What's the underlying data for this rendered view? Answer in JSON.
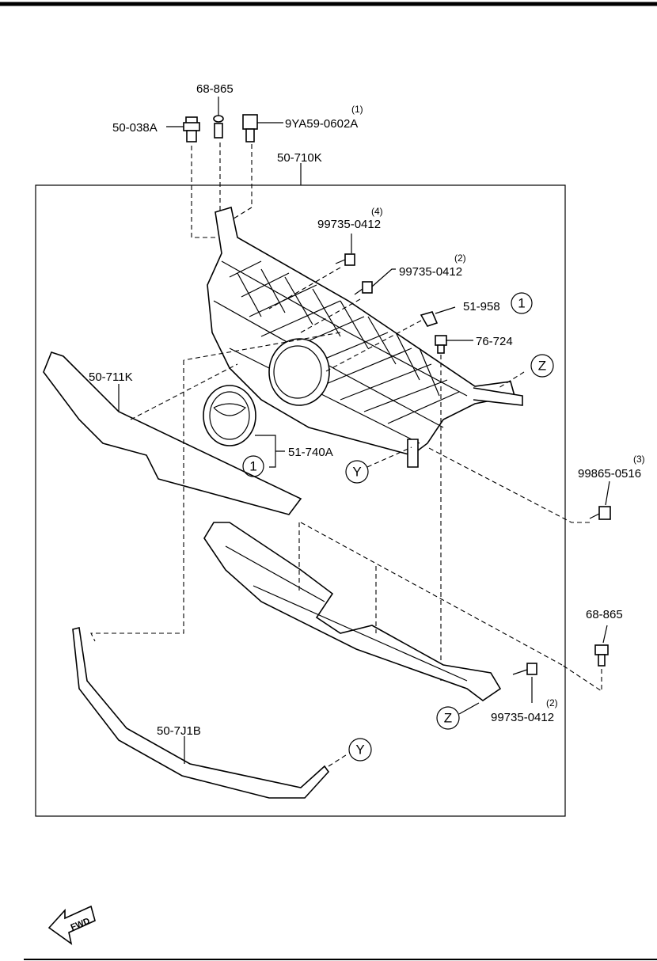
{
  "labels": {
    "p_50_038A": "50-038A",
    "p_68_865_top": "68-865",
    "p_9YA59": "9YA59-0602A",
    "q_9YA59": "(1)",
    "p_50_710K": "50-710K",
    "p_99735_a": "99735-0412",
    "q_99735_a": "(4)",
    "p_99735_b": "99735-0412",
    "q_99735_b": "(2)",
    "p_51_958": "51-958",
    "c_51_958": "1",
    "p_76_724": "76-724",
    "c_z_top": "Z",
    "p_50_711K": "50-711K",
    "p_51_740A": "51-740A",
    "c_51_740A": "1",
    "c_y_top": "Y",
    "p_99865": "99865-0516",
    "q_99865": "(3)",
    "p_68_865_right": "68-865",
    "c_z_bottom": "Z",
    "p_99735_c": "99735-0412",
    "q_99735_c": "(2)",
    "p_50_7J1B": "50-7J1B",
    "c_y_bottom": "Y",
    "fwd": "FWD"
  }
}
